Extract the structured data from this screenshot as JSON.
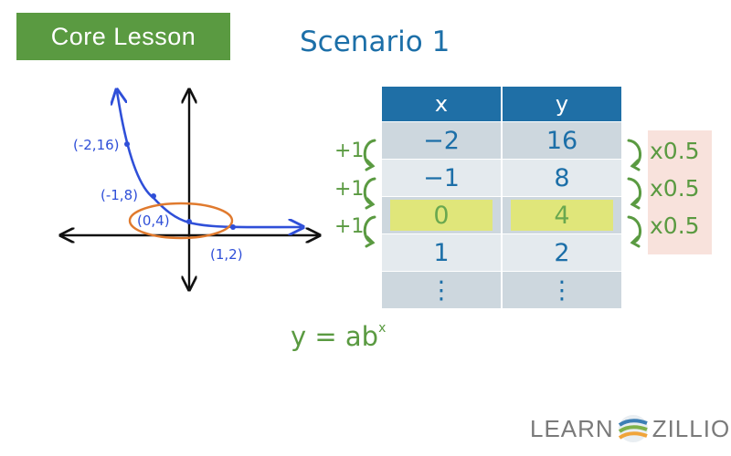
{
  "badge": {
    "label": "Core Lesson",
    "color": "#5a9a41"
  },
  "scenario_title": "Scenario 1",
  "graph": {
    "points": [
      {
        "label": "(-2,16)",
        "x": -2,
        "y": 16
      },
      {
        "label": "(-1,8)",
        "x": -1,
        "y": 8
      },
      {
        "label": "(0,4)",
        "x": 0,
        "y": 4
      },
      {
        "label": "(1,2)",
        "x": 1,
        "y": 2
      }
    ],
    "curve_color": "#2f4fd8",
    "circle_color": "#e07a2e"
  },
  "table": {
    "headers": [
      "x",
      "y"
    ],
    "rows": [
      {
        "x": "−2",
        "y": "16"
      },
      {
        "x": "−1",
        "y": "8"
      },
      {
        "x": "0",
        "y": "4"
      },
      {
        "x": "1",
        "y": "2"
      },
      {
        "x": "⋮",
        "y": "⋮"
      }
    ],
    "highlighted_row": 2
  },
  "step_x": [
    "+1",
    "+1",
    "+1"
  ],
  "step_y": [
    "x0.5",
    "x0.5",
    "x0.5"
  ],
  "formula": {
    "base": "y = ab",
    "exponent": "x"
  },
  "logo": {
    "left": "LEARN",
    "right": "ZILLION"
  }
}
